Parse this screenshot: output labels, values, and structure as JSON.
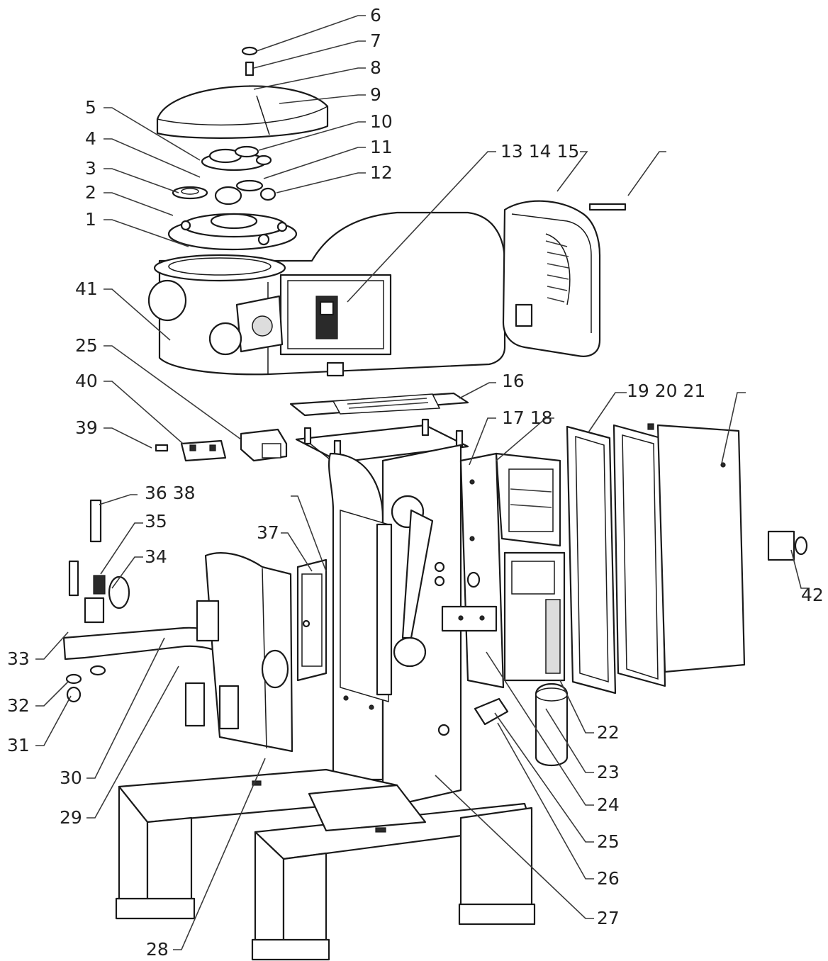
{
  "callouts": [
    {
      "id": "lbl-6",
      "text": "6"
    },
    {
      "id": "lbl-7",
      "text": "7"
    },
    {
      "id": "lbl-8",
      "text": "8"
    },
    {
      "id": "lbl-9",
      "text": "9"
    },
    {
      "id": "lbl-10",
      "text": "10"
    },
    {
      "id": "lbl-11",
      "text": "11"
    },
    {
      "id": "lbl-12",
      "text": "12"
    },
    {
      "id": "lbl-5",
      "text": "5"
    },
    {
      "id": "lbl-4",
      "text": "4"
    },
    {
      "id": "lbl-3",
      "text": "3"
    },
    {
      "id": "lbl-2",
      "text": "2"
    },
    {
      "id": "lbl-1",
      "text": "1"
    },
    {
      "id": "lbl-41",
      "text": "41"
    },
    {
      "id": "lbl-13-14-15",
      "text": "13 14 15"
    },
    {
      "id": "lbl-25-top",
      "text": "25"
    },
    {
      "id": "lbl-40",
      "text": "40"
    },
    {
      "id": "lbl-39",
      "text": "39"
    },
    {
      "id": "lbl-16",
      "text": "16"
    },
    {
      "id": "lbl-17-18",
      "text": "17 18"
    },
    {
      "id": "lbl-19-20-21",
      "text": "19 20 21"
    },
    {
      "id": "lbl-36-38",
      "text": "36 38"
    },
    {
      "id": "lbl-35",
      "text": "35"
    },
    {
      "id": "lbl-34",
      "text": "34"
    },
    {
      "id": "lbl-37",
      "text": "37"
    },
    {
      "id": "lbl-42",
      "text": "42"
    },
    {
      "id": "lbl-33",
      "text": "33"
    },
    {
      "id": "lbl-32",
      "text": "32"
    },
    {
      "id": "lbl-31",
      "text": "31"
    },
    {
      "id": "lbl-30",
      "text": "30"
    },
    {
      "id": "lbl-29",
      "text": "29"
    },
    {
      "id": "lbl-22",
      "text": "22"
    },
    {
      "id": "lbl-23",
      "text": "23"
    },
    {
      "id": "lbl-24",
      "text": "24"
    },
    {
      "id": "lbl-25-bottom",
      "text": "25"
    },
    {
      "id": "lbl-26",
      "text": "26"
    },
    {
      "id": "lbl-27",
      "text": "27"
    },
    {
      "id": "lbl-28",
      "text": "28"
    }
  ]
}
